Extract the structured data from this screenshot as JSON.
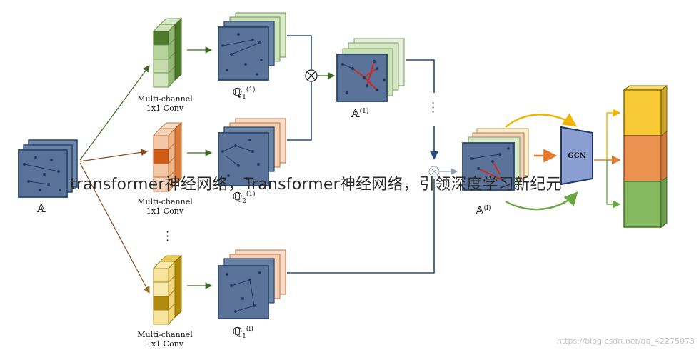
{
  "labels": {
    "input": "𝔸",
    "conv_top_line1": "Multi-channel",
    "conv_top_line2": "1x1 Conv",
    "conv_mid_line1": "Multi-channel",
    "conv_mid_line2": "1x1 Conv",
    "conv_bot_line1": "Multi-channel",
    "conv_bot_line2": "1x1 Conv",
    "q1_base": "ℚ",
    "q1_sub": "1",
    "q1_sup": "(1)",
    "q2_base": "ℚ",
    "q2_sub": "2",
    "q2_sup": "(1)",
    "ql_base": "ℚ",
    "ql_sub": "1",
    "ql_sup": "(l)",
    "a1_base": "𝔸",
    "a1_sup": "(1)",
    "al_base": "𝔸",
    "al_sup": "(l)",
    "gcn": "GCN",
    "multiply_symbol": "⊗"
  },
  "overlay_text": "transformer神经网络，Transformer神经网络，引领深度学习新纪元",
  "watermark": "https://blog.csdn.net/qq_42275073",
  "colors": {
    "graph_fill": "#5b7398",
    "graph_edge": "#27456e",
    "node": "#1f3a66",
    "green_dark": "#4f7a2c",
    "green_light": "#b7d49a",
    "orange_dark": "#cf5a14",
    "orange_light": "#f4c7a6",
    "yellow_dark": "#b08a0a",
    "yellow_light": "#f7e39a",
    "arrow_green": "#3c6a23",
    "arrow_brown": "#8a4b1e",
    "arrow_olive": "#8a6d1a",
    "line_blue": "#234a7a",
    "highlight_red": "#cc2a2a",
    "out_yellow": "#f6c935",
    "out_orange": "#ec9250",
    "out_green": "#86ba61"
  }
}
